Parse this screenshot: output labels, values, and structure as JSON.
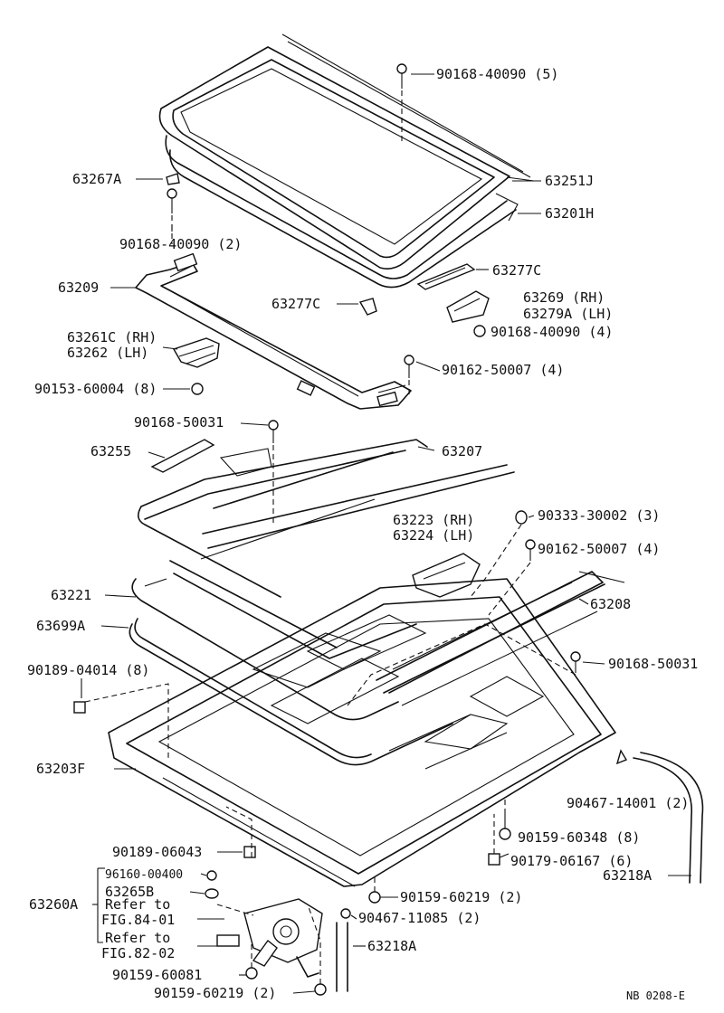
{
  "labels": {
    "p90168_40090_5": "90168-40090 (5)",
    "p63267A": "63267A",
    "p90168_40090_2": "90168-40090 (2)",
    "p63251J": "63251J",
    "p63201H": "63201H",
    "p63277C_right": "63277C",
    "p63209": "63209",
    "p63277C_left": "63277C",
    "p63269": "63269  (RH)",
    "p63279A": "63279A (LH)",
    "p90168_40090_4": "90168-40090 (4)",
    "p63261C": "63261C (RH)",
    "p63262": "63262  (LH)",
    "p90162_50007_4a": "90162-50007 (4)",
    "p90153_60004": "90153-60004 (8)",
    "p90168_50031_a": "90168-50031",
    "p63207": "63207",
    "p63255": "63255",
    "p63223": "63223 (RH)",
    "p63224": "63224 (LH)",
    "p90333": "90333-30002 (3)",
    "p90162_50007_4b": "90162-50007 (4)",
    "p63221": "63221",
    "p63208": "63208",
    "p63699A": "63699A",
    "p90189_04014": "90189-04014 (8)",
    "p90168_50031_b": "90168-50031",
    "p63203F": "63203F",
    "p90467_14001": "90467-14001 (2)",
    "p90159_60348": "90159-60348 (8)",
    "p90179_06167": "90179-06167 (6)",
    "p63218A_right": "63218A",
    "p90189_06043": "90189-06043",
    "p96160_00400": "96160-00400",
    "p63265B": "63265B",
    "p63260A": "63260A",
    "refer1a": "Refer to",
    "refer1b": "FIG.84-01",
    "refer2a": "Refer to",
    "refer2b": "FIG.82-02",
    "p90159_60219_a": "90159-60219 (2)",
    "p90467_11085": "90467-11085 (2)",
    "p63218A_bottom": "63218A",
    "p90159_60081": "90159-60081",
    "p90159_60219_b": "90159-60219 (2)",
    "footer_code": "NB  0208-E"
  }
}
